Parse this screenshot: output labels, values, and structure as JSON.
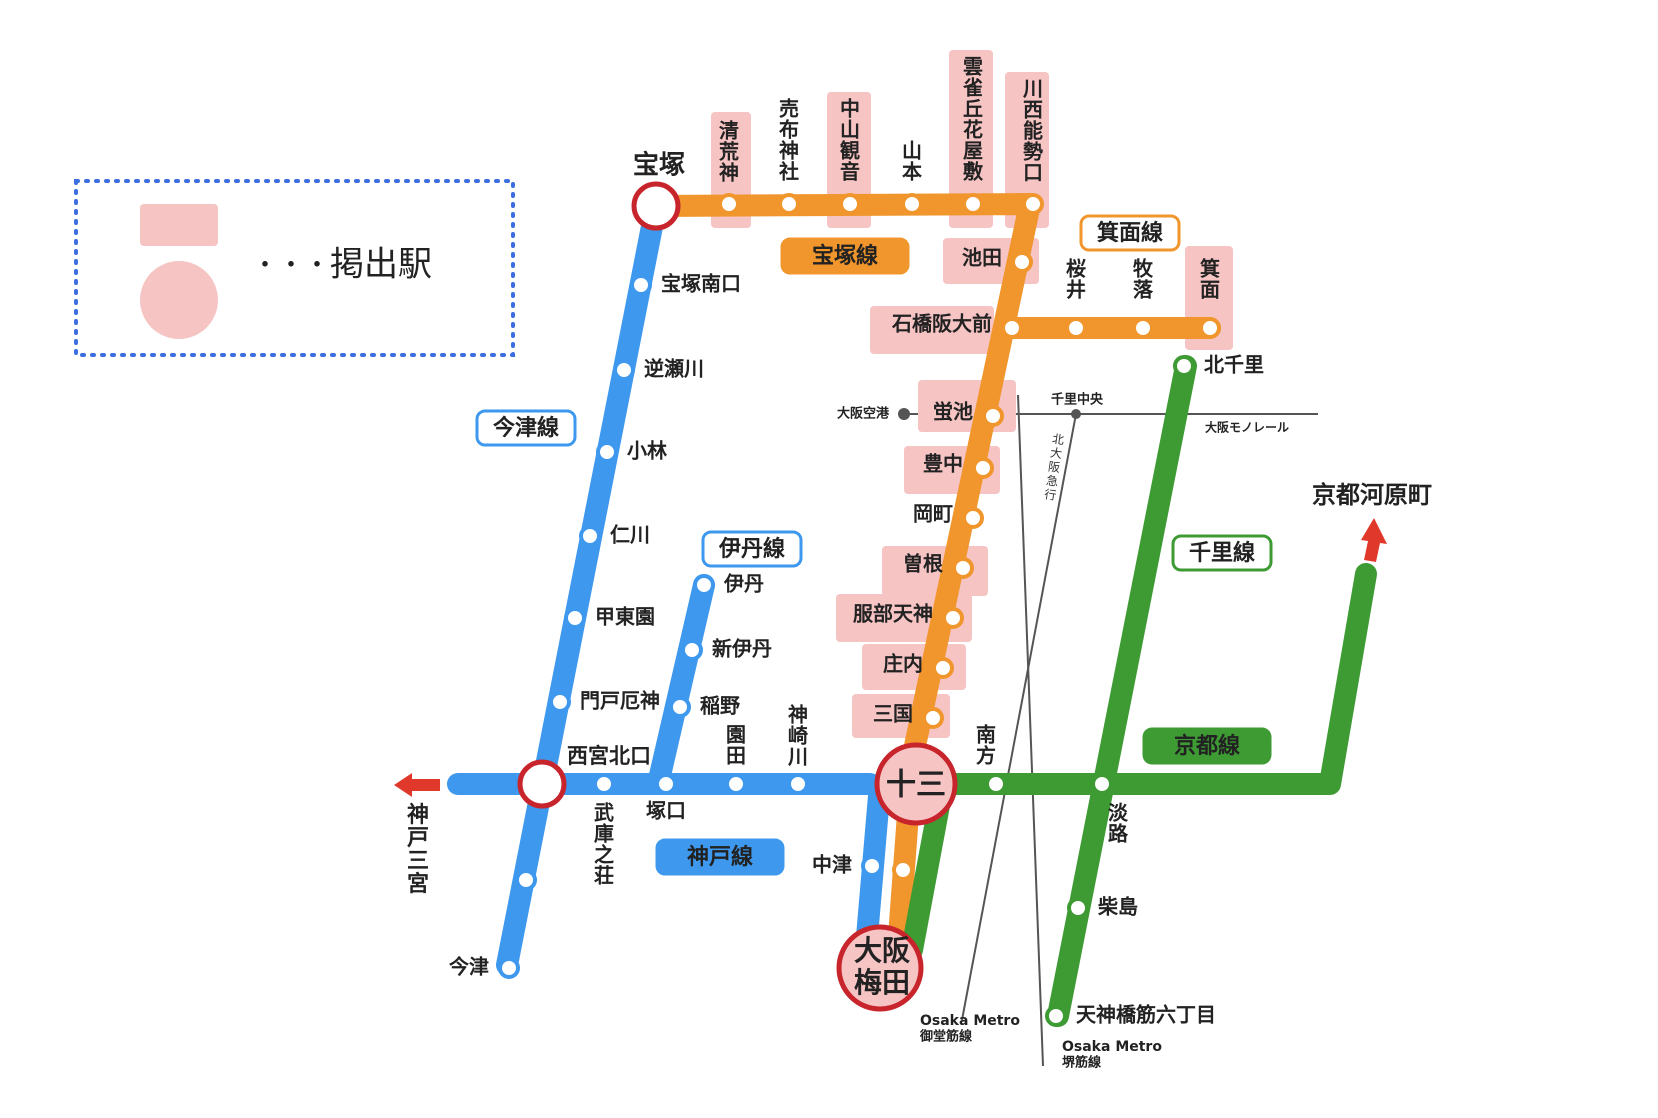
{
  "legend": {
    "dots": "・・・",
    "label": "掲出駅",
    "highlight_color": "#f7c4c4"
  },
  "colors": {
    "takarazuka": "#f0962d",
    "imazu": "#3d98ee",
    "kyoto": "#3e9b34",
    "hub": "#c8242c",
    "thin": "#555555",
    "arrow": "#e0392b",
    "highlight": "#f7c4c4"
  },
  "lines": [
    {
      "id": "takarazuka",
      "name": "宝塚線"
    },
    {
      "id": "minoo",
      "name": "箕面線"
    },
    {
      "id": "imazu",
      "name": "今津線"
    },
    {
      "id": "itami",
      "name": "伊丹線"
    },
    {
      "id": "kobe",
      "name": "神戸線"
    },
    {
      "id": "senri",
      "name": "千里線"
    },
    {
      "id": "kyoto",
      "name": "京都線"
    }
  ],
  "hubs": [
    "宝塚",
    "西宮北口",
    "十三",
    "大阪梅田"
  ],
  "stations": {
    "kiyoshikojin": "清荒神",
    "mefu": "売布神社",
    "nakayama": "中山観音",
    "yamamoto": "山本",
    "hibarigaoka": "雲雀丘花屋敷",
    "kawanishi": "川西能勢口",
    "ikeda": "池田",
    "ishibashi": "石橋阪大前",
    "sakurai": "桜井",
    "makiochi": "牧落",
    "minoo": "箕面",
    "hotarugaike": "蛍池",
    "toyonaka": "豊中",
    "okamachi": "岡町",
    "sone": "曽根",
    "hattori": "服部天神",
    "shonai": "庄内",
    "mikuni": "三国",
    "nakatsu": "中津",
    "takarazuka_minamiguchi": "宝塚南口",
    "sakasegawa": "逆瀬川",
    "obayashi": "小林",
    "nigawa": "仁川",
    "kotoen": "甲東園",
    "mondo": "門戸厄神",
    "imazu": "今津",
    "itami": "伊丹",
    "shin_itami": "新伊丹",
    "inano": "稲野",
    "tsukaguchi": "塚口",
    "mukonoso": "武庫之荘",
    "sonoda": "園田",
    "kanzakigawa": "神崎川",
    "kita_senri": "北千里",
    "minamikata": "南方",
    "awaji": "淡路",
    "kunijima": "柴島",
    "tenjinbashi": "天神橋筋六丁目"
  },
  "destinations": {
    "kobe": "神戸三宮",
    "kyoto": "京都河原町"
  },
  "other_lines": {
    "monorail": "大阪モノレール",
    "airport": "大阪空港",
    "senri_chuo": "千里中央",
    "kitakyu": "北大阪急行",
    "metro_midosuji": [
      "Osaka Metro",
      "御堂筋線"
    ],
    "metro_sakaisuji": [
      "Osaka Metro",
      "堺筋線"
    ]
  }
}
